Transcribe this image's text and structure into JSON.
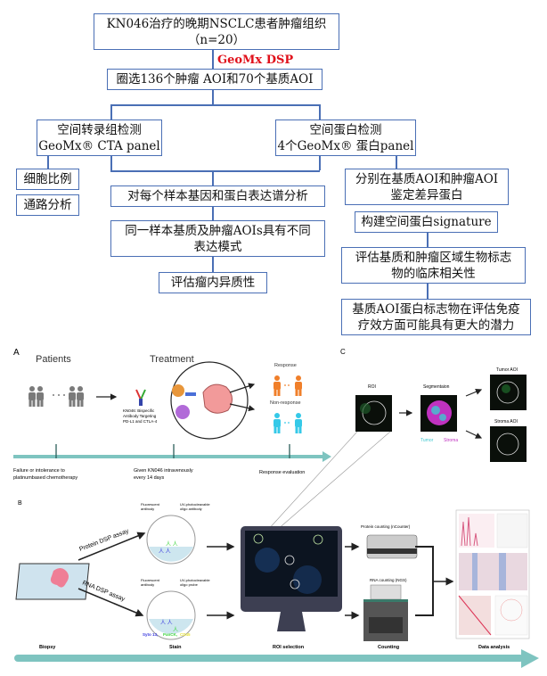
{
  "flowchart": {
    "root": {
      "line1": "KN046治疗的晚期NSCLC患者肿瘤组织",
      "line2": "（n=20）"
    },
    "method_label": "GeoMx DSP",
    "selection": "圈选136个肿瘤 AOI和70个基质AOI",
    "left_branch": {
      "line1": "空间转录组检测",
      "line2": "GeoMx® CTA panel"
    },
    "right_branch": {
      "line1": "空间蛋白检测",
      "line2": "4个GeoMx® 蛋白panel"
    },
    "left_outputs": [
      "细胞比例",
      "通路分析"
    ],
    "center_steps": [
      {
        "line1": "对每个样本基因和蛋白表达谱分析"
      },
      {
        "line1": "同一样本基质及肿瘤AOIs具有不同",
        "line2": "表达模式"
      },
      {
        "line1": "评估瘤内异质性"
      }
    ],
    "right_steps": [
      {
        "line1": "分别在基质AOI和肿瘤AOI",
        "line2": "鉴定差异蛋白"
      },
      {
        "line1": "构建空间蛋白signature"
      },
      {
        "line1": "评估基质和肿瘤区域生物标志",
        "line2": "物的临床相关性"
      },
      {
        "line1": "基质AOI蛋白标志物在评估免疫",
        "line2": "疗效方面可能具有更大的潜力"
      }
    ],
    "colors": {
      "border": "#4a6fb5",
      "method_label": "#e0101a"
    }
  },
  "panel_a": {
    "label": "A",
    "patients": "Patients",
    "treatment": "Treatment",
    "drug_caption": [
      "KN046: Bispecific",
      "Antibody Targeting",
      "PD-L1 and CTLA-4"
    ],
    "response": "Response",
    "non_response": "Non-response",
    "timeline": [
      {
        "line1": "Failure or intolerance to",
        "line2": "platinumbased chemotherapy"
      },
      {
        "line1": "Given KN046 intravenously",
        "line2": "every 14 days"
      },
      {
        "line1": "Response evaluation",
        "line2": ""
      }
    ],
    "colors": {
      "patients": "#7a7a7a",
      "response": "#f07f2a",
      "non_response": "#35c9e8",
      "timeline": "#7ec4c0"
    }
  },
  "panel_b": {
    "label": "B",
    "protein_assay": "Protein DSP assay",
    "rna_assay": "RNA DSP assay",
    "fluorescent_antibody": [
      "Fluorescent",
      "antibody"
    ],
    "uv_oligo_antibody": [
      "UV-photocleavable",
      "oligo antibody"
    ],
    "uv_oligo_probe": [
      "UV-photocleavable",
      "oligo probe"
    ],
    "stains": [
      "Syto 13,",
      "PanCK,",
      "CD45"
    ],
    "stain_colors": [
      "#3a3adf",
      "#3bd43b",
      "#e6e23a"
    ],
    "protein_counting": "Protein counting (nCounter)",
    "rna_counting": "RNA counting (NGS)",
    "steps": [
      "Biopsy",
      "Stain",
      "ROI selection",
      "Counting",
      "Data analysis"
    ]
  },
  "panel_c": {
    "label": "C",
    "roi": "ROI",
    "segmentation": "Segmentaion",
    "tumor": "Tumor",
    "stroma": "Stroma",
    "tumor_aoi": "Tumor AOI",
    "stroma_aoi": "Stroma AOI",
    "colors": {
      "tumor": "#3ec8d0",
      "stroma": "#c032c0"
    }
  }
}
